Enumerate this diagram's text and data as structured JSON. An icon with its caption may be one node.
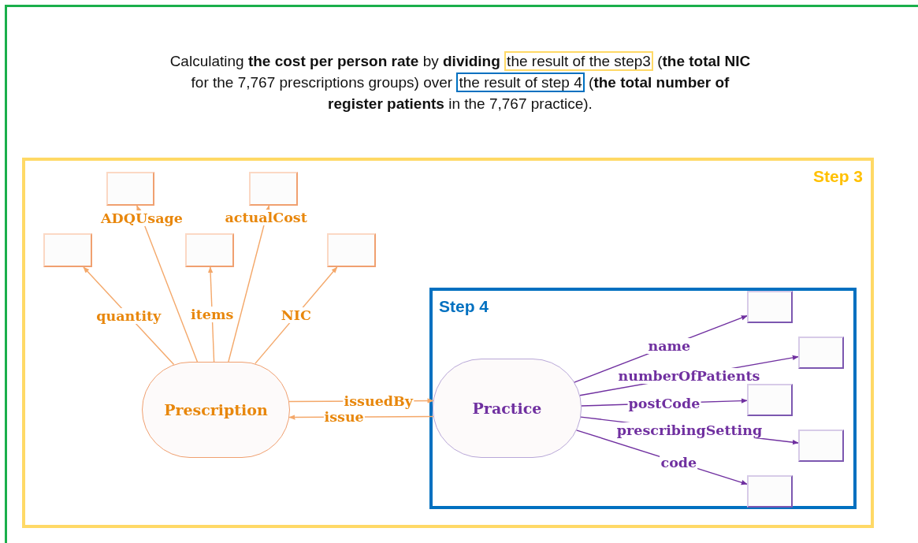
{
  "diagram": {
    "nodes": [
      {
        "text": [
          "the result of the step3"
        ]
      },
      {
        "text": [
          "the result of step 4"
        ]
      },
      {
        "text": [
          "Step 3"
        ]
      },
      {
        "text": [
          "Prescription"
        ],
        "in": 2
      },
      {
        "text": [],
        "shape": "box",
        "in": 2
      },
      {
        "text": [],
        "shape": "box",
        "in": 2
      },
      {
        "text": [],
        "shape": "box",
        "in": 2
      },
      {
        "text": [],
        "shape": "box",
        "in": 2
      },
      {
        "text": [],
        "shape": "box",
        "in": 2
      },
      {
        "text": [
          "Step 4"
        ],
        "in": 2
      },
      {
        "text": [
          "Practice"
        ],
        "in": 9
      },
      {
        "text": [],
        "shape": "box",
        "in": 9
      },
      {
        "text": [],
        "shape": "box",
        "in": 9
      },
      {
        "text": [],
        "shape": "box",
        "in": 9
      },
      {
        "text": [],
        "shape": "box",
        "in": 9
      },
      {
        "text": [],
        "shape": "box",
        "in": 9
      }
    ],
    "edges": [
      {
        "from": 3,
        "to": 4,
        "arrow": "to",
        "label": "ADQUsage"
      },
      {
        "from": 3,
        "to": 5,
        "arrow": "to",
        "label": "actualCost"
      },
      {
        "from": 3,
        "to": 6,
        "arrow": "to",
        "label": "quantity"
      },
      {
        "from": 3,
        "to": 7,
        "arrow": "to",
        "label": "items"
      },
      {
        "from": 3,
        "to": 8,
        "arrow": "to",
        "label": "NIC"
      },
      {
        "from": 3,
        "to": 10,
        "arrow": "to",
        "label": "issuedBy"
      },
      {
        "from": 10,
        "to": 3,
        "arrow": "to",
        "label": "issue"
      },
      {
        "from": 10,
        "to": 11,
        "arrow": "to",
        "label": "name",
        "color": "#7030a0"
      },
      {
        "from": 10,
        "to": 12,
        "arrow": "to",
        "label": "numberOfPatients",
        "color": "#7030a0"
      },
      {
        "from": 10,
        "to": 13,
        "arrow": "to",
        "label": "postCode",
        "color": "#7030a0"
      },
      {
        "from": 10,
        "to": 14,
        "arrow": "to",
        "label": "prescribingSetting",
        "color": "#7030a0"
      },
      {
        "from": 10,
        "to": 15,
        "arrow": "to",
        "label": "code",
        "color": "#7030a0"
      }
    ],
    "labels": [
      "Calculating **the cost per person rate** by **dividing**",
      "(**the total NIC** for the 7,767 prescriptions groups) over",
      "(**the total number of register patients** in the 7,767 practice)."
    ]
  }
}
